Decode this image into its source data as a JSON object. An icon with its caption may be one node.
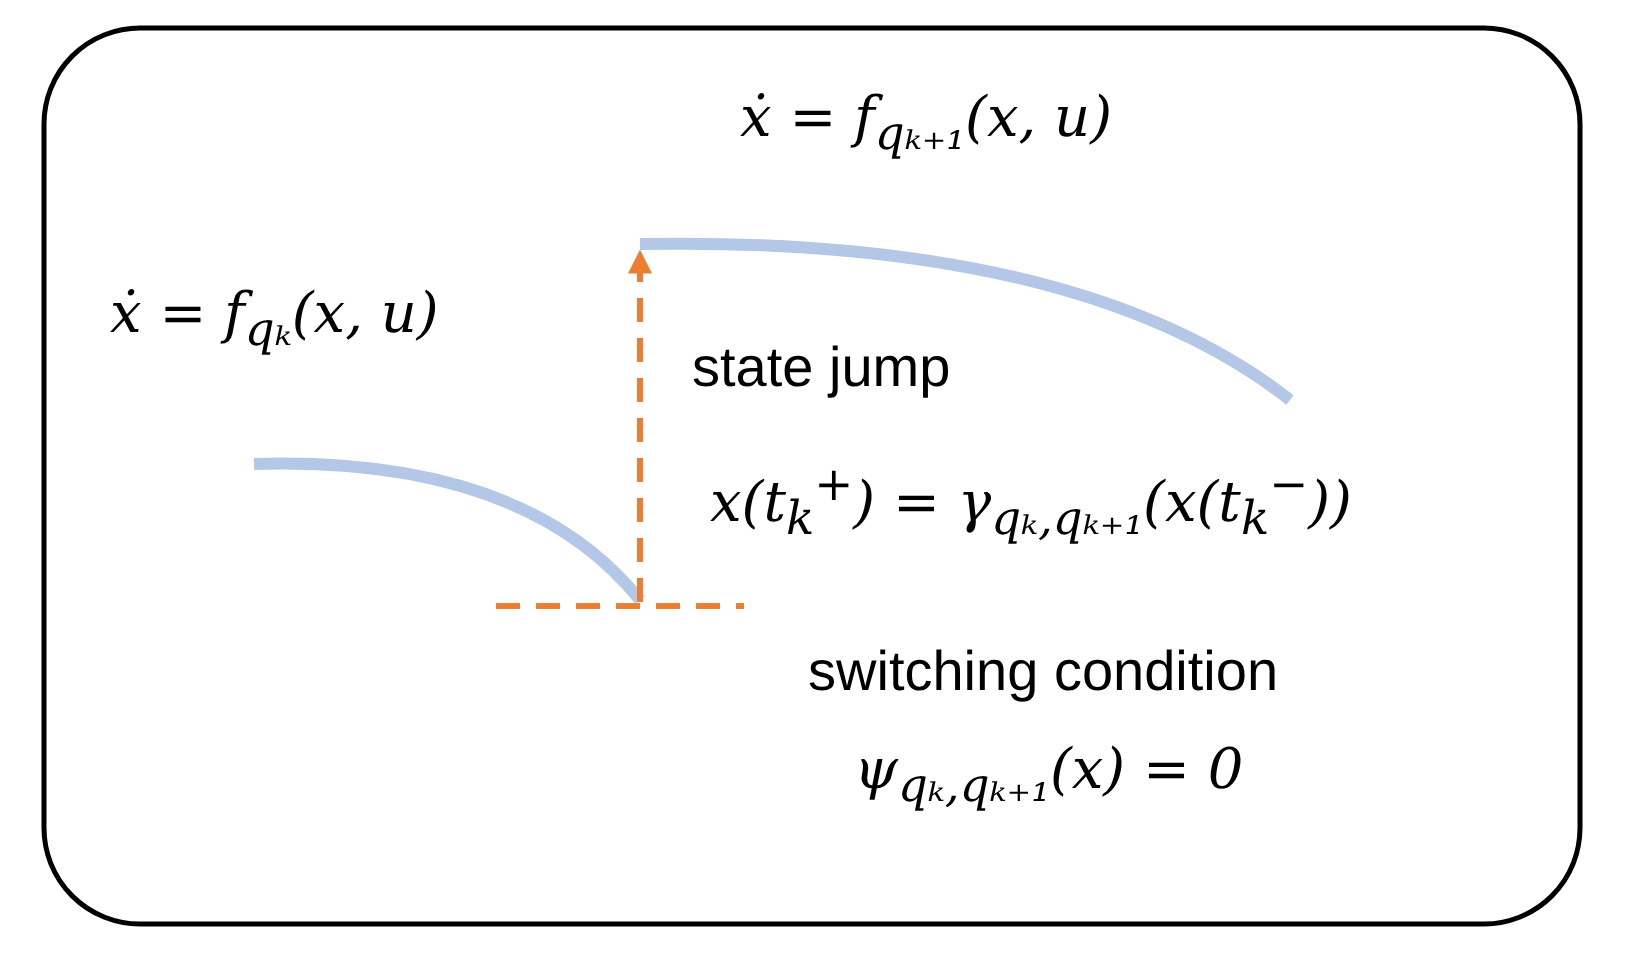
{
  "diagram": {
    "nodes": [
      {
        "text": [],
        "shape": "curve"
      },
      {
        "text": [],
        "shape": "curve"
      }
    ],
    "edges": [
      {
        "from": 0,
        "to": 1,
        "arrow": "to",
        "style": "dashed",
        "color": "#ed7d31"
      }
    ],
    "labels": [
      "ẋ = f$_{qₖ₊₁}$(x, u)",
      "ẋ = f$_{qₖ}$(x, u)",
      "state jump",
      "x(t$_{k}$$^{+}$) = γ$_{qₖ,qₖ₊₁}$(x(t$_{k}$$^{−}$))",
      "switching condition",
      "ψ$_{qₖ,qₖ₊₁}$(x) = 0"
    ]
  }
}
